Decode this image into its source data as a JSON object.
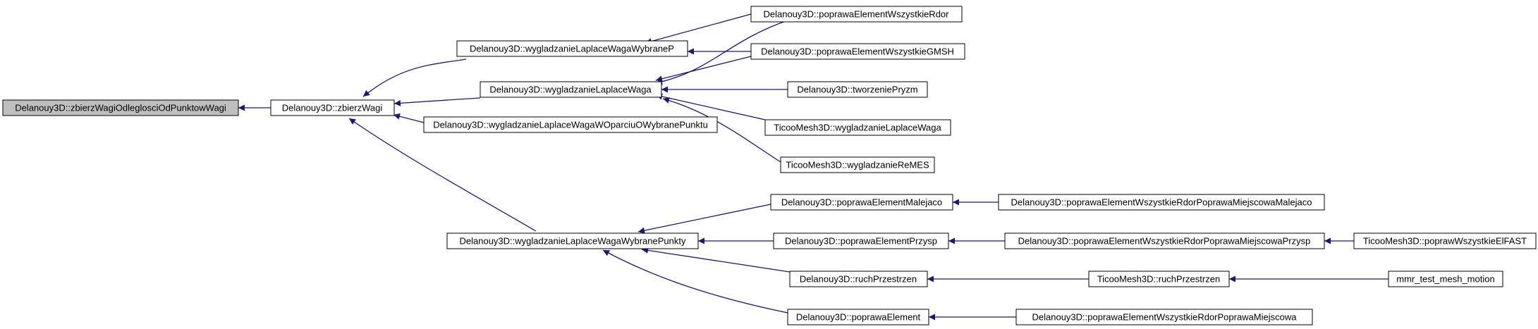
{
  "colors": {
    "edge": "#191970",
    "root_fill": "#bfbfbf",
    "node_fill": "#ffffff",
    "border": "#000000"
  },
  "nodes": {
    "root": "Delanouy3D::zbierzWagiOdleglosciOdPunktowWagi",
    "zbierzWagi": "Delanouy3D::zbierzWagi",
    "wagaWybraneP": "Delanouy3D::wygladzanieLaplaceWagaWybraneP",
    "waga": "Delanouy3D::wygladzanieLaplaceWaga",
    "wagaOparciu": "Delanouy3D::wygladzanieLaplaceWagaWOparciuOWybranePunktu",
    "wagaWybranePunkty": "Delanouy3D::wygladzanieLaplaceWagaWybranePunkty",
    "poprawaRdor": "Delanouy3D::poprawaElementWszystkieRdor",
    "poprawaGMSH": "Delanouy3D::poprawaElementWszystkieGMSH",
    "tworzeniePryzm": "Delanouy3D::tworzeniePryzm",
    "ticooWaga": "TicooMesh3D::wygladzanieLaplaceWaga",
    "ticooReMES": "TicooMesh3D::wygladzanieReMES",
    "poprawaMalejaco": "Delanouy3D::poprawaElementMalejaco",
    "poprawaPrzysp": "Delanouy3D::poprawaElementPrzysp",
    "ruchPrzestrzen": "Delanouy3D::ruchPrzestrzen",
    "poprawaElement": "Delanouy3D::poprawaElement",
    "rdorMalejaco": "Delanouy3D::poprawaElementWszystkieRdorPoprawaMiejscowaMalejaco",
    "rdorPrzysp": "Delanouy3D::poprawaElementWszystkieRdorPoprawaMiejscowaPrzysp",
    "ticooRuch": "TicooMesh3D::ruchPrzestrzen",
    "rdorMiejscowa": "Delanouy3D::poprawaElementWszystkieRdorPoprawaMiejscowa",
    "ticooPoprawFAST": "TicooMesh3D::poprawWszystkieElFAST",
    "mmrTest": "mmr_test_mesh_motion"
  }
}
